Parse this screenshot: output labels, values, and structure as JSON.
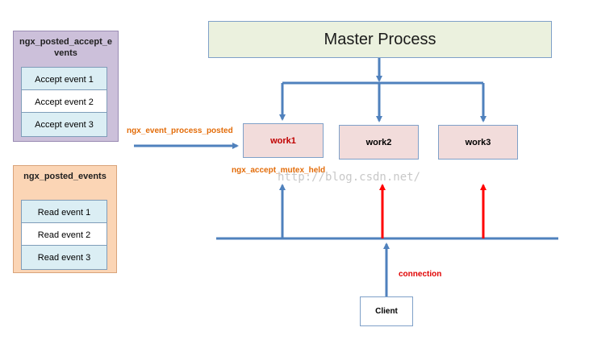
{
  "accept_panel": {
    "title": "ngx_posted_accept_e vents",
    "items": [
      "Accept event 1",
      "Accept event 2",
      "Accept event 3"
    ]
  },
  "read_panel": {
    "title": "ngx_posted_events",
    "items": [
      "Read event 1",
      "Read event 2",
      "Read event 3"
    ]
  },
  "master": {
    "label": "Master Process"
  },
  "workers": [
    "work1",
    "work2",
    "work3"
  ],
  "labels": {
    "process_posted": "ngx_event_process_posted",
    "mutex_held": "ngx_accept_mutex_held",
    "connection": "connection"
  },
  "client": {
    "label": "Client"
  },
  "watermark": "http://blog.csdn.net/",
  "colors": {
    "arrow_blue": "#4f81bd",
    "arrow_red": "#ff0000",
    "label_orange": "#e36c09",
    "accept_panel_bg": "#ccc0da",
    "read_panel_bg": "#fbd5b5",
    "master_bg": "#ebf1de",
    "worker_bg": "#f2dcdb"
  }
}
